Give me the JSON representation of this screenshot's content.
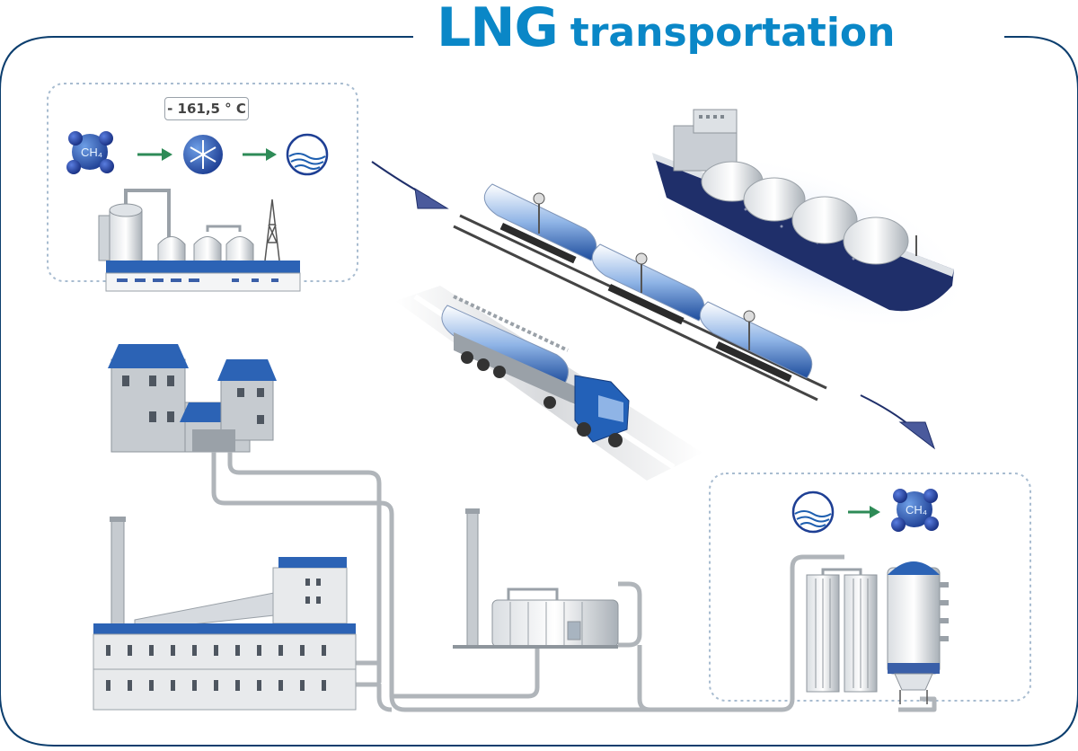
{
  "title": {
    "part1": "LNG",
    "part2": "transportation"
  },
  "liquefaction": {
    "temperature_label": "- 161,5 ° C",
    "molecule_label": "CH₄"
  },
  "regasification": {
    "molecule_label": "CH₄"
  },
  "icons": [
    "methane-molecule-icon",
    "snowflake-icon",
    "liquid-icon"
  ],
  "colors": {
    "accent": "#0a87c7",
    "frame": "#0c3e6e",
    "arrow": "#2e8b57",
    "pipe": "#b0b5ba",
    "hull": "#1f2f6a"
  }
}
